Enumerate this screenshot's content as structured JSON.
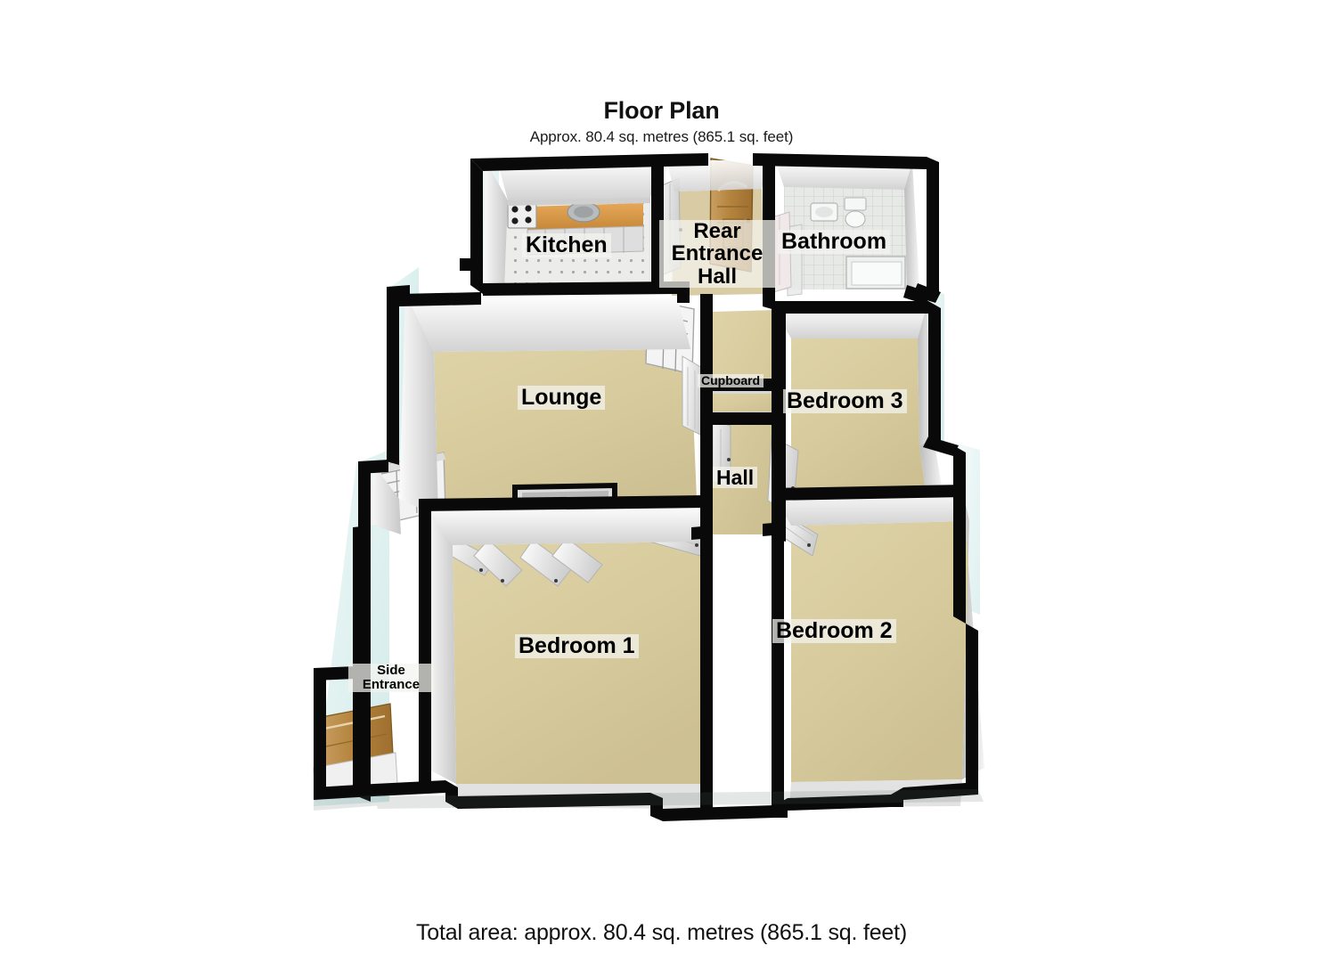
{
  "header": {
    "title": "Floor Plan",
    "subtitle": "Approx. 80.4 sq. metres (865.1 sq. feet)"
  },
  "footer": {
    "total_area": "Total area: approx. 80.4 sq. metres (865.1 sq. feet)"
  },
  "rooms": [
    {
      "id": "kitchen",
      "label": "Kitchen"
    },
    {
      "id": "rear_hall",
      "label": "Rear Entrance Hall"
    },
    {
      "id": "bathroom",
      "label": "Bathroom"
    },
    {
      "id": "lounge",
      "label": "Lounge"
    },
    {
      "id": "cupboard",
      "label": "Cupboard"
    },
    {
      "id": "bedroom3",
      "label": "Bedroom 3"
    },
    {
      "id": "hall",
      "label": "Hall"
    },
    {
      "id": "bedroom1",
      "label": "Bedroom 1"
    },
    {
      "id": "bedroom2",
      "label": "Bedroom 2"
    },
    {
      "id": "side_entrance",
      "label": "Side Entrance"
    }
  ],
  "colors": {
    "page_background": "#ffffff",
    "wall_top": "#0a0a0a",
    "wall_face_light": "#f2f2f2",
    "wall_face_mid": "#dcdcdc",
    "wall_face_dark": "#b9b9b9",
    "carpet": "#d8cda0",
    "tile_floor": "#e9e9e5",
    "bathroom_floor": "#e2e4e2",
    "counter_wood": "#d99a4b",
    "door_wood": "#b98a46",
    "glass_tint": "#d5ecea",
    "label_text": "#000000",
    "label_background": "rgba(244,244,240,0.72)"
  },
  "fixtures": [
    {
      "room": "kitchen",
      "name": "hob-cooker"
    },
    {
      "room": "kitchen",
      "name": "sink"
    },
    {
      "room": "kitchen",
      "name": "worktop-counter"
    },
    {
      "room": "kitchen",
      "name": "base-units"
    },
    {
      "room": "bathroom",
      "name": "wash-basin"
    },
    {
      "room": "bathroom",
      "name": "toilet"
    },
    {
      "room": "bathroom",
      "name": "bath-tub"
    },
    {
      "room": "rear_hall",
      "name": "front-door"
    },
    {
      "room": "lounge",
      "name": "window"
    },
    {
      "room": "lounge",
      "name": "fireplace-recess"
    },
    {
      "room": "bedroom1",
      "name": "wardrobe-doors"
    },
    {
      "room": "side_entrance",
      "name": "side-door"
    }
  ]
}
